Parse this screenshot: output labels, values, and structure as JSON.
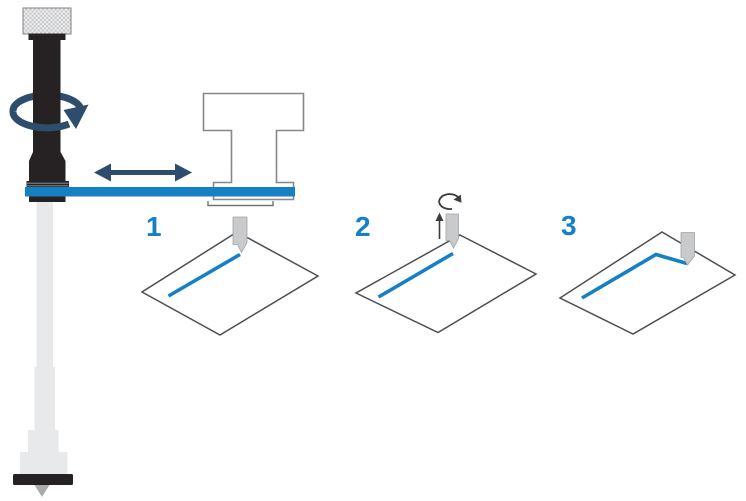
{
  "steps": [
    {
      "label": "1"
    },
    {
      "label": "2"
    },
    {
      "label": "3"
    }
  ],
  "colors": {
    "accent_blue": "#1580c4",
    "arrow_navy": "#2e4d6d",
    "machine_dark": "#262223",
    "machine_light_gray": "#e8e9ea",
    "blade_gray": "#c9cacc",
    "sheet_outline": "#4d4e50",
    "tool_outline": "#85878a",
    "small_arrow_dark": "#3b3c3e"
  },
  "icons": {
    "shaft_rotation": "rotation-arrow",
    "beam_travel": "double-headed-arrow",
    "knife_lift": "up-arrow",
    "knife_rotate": "small-rotation-arrow"
  }
}
